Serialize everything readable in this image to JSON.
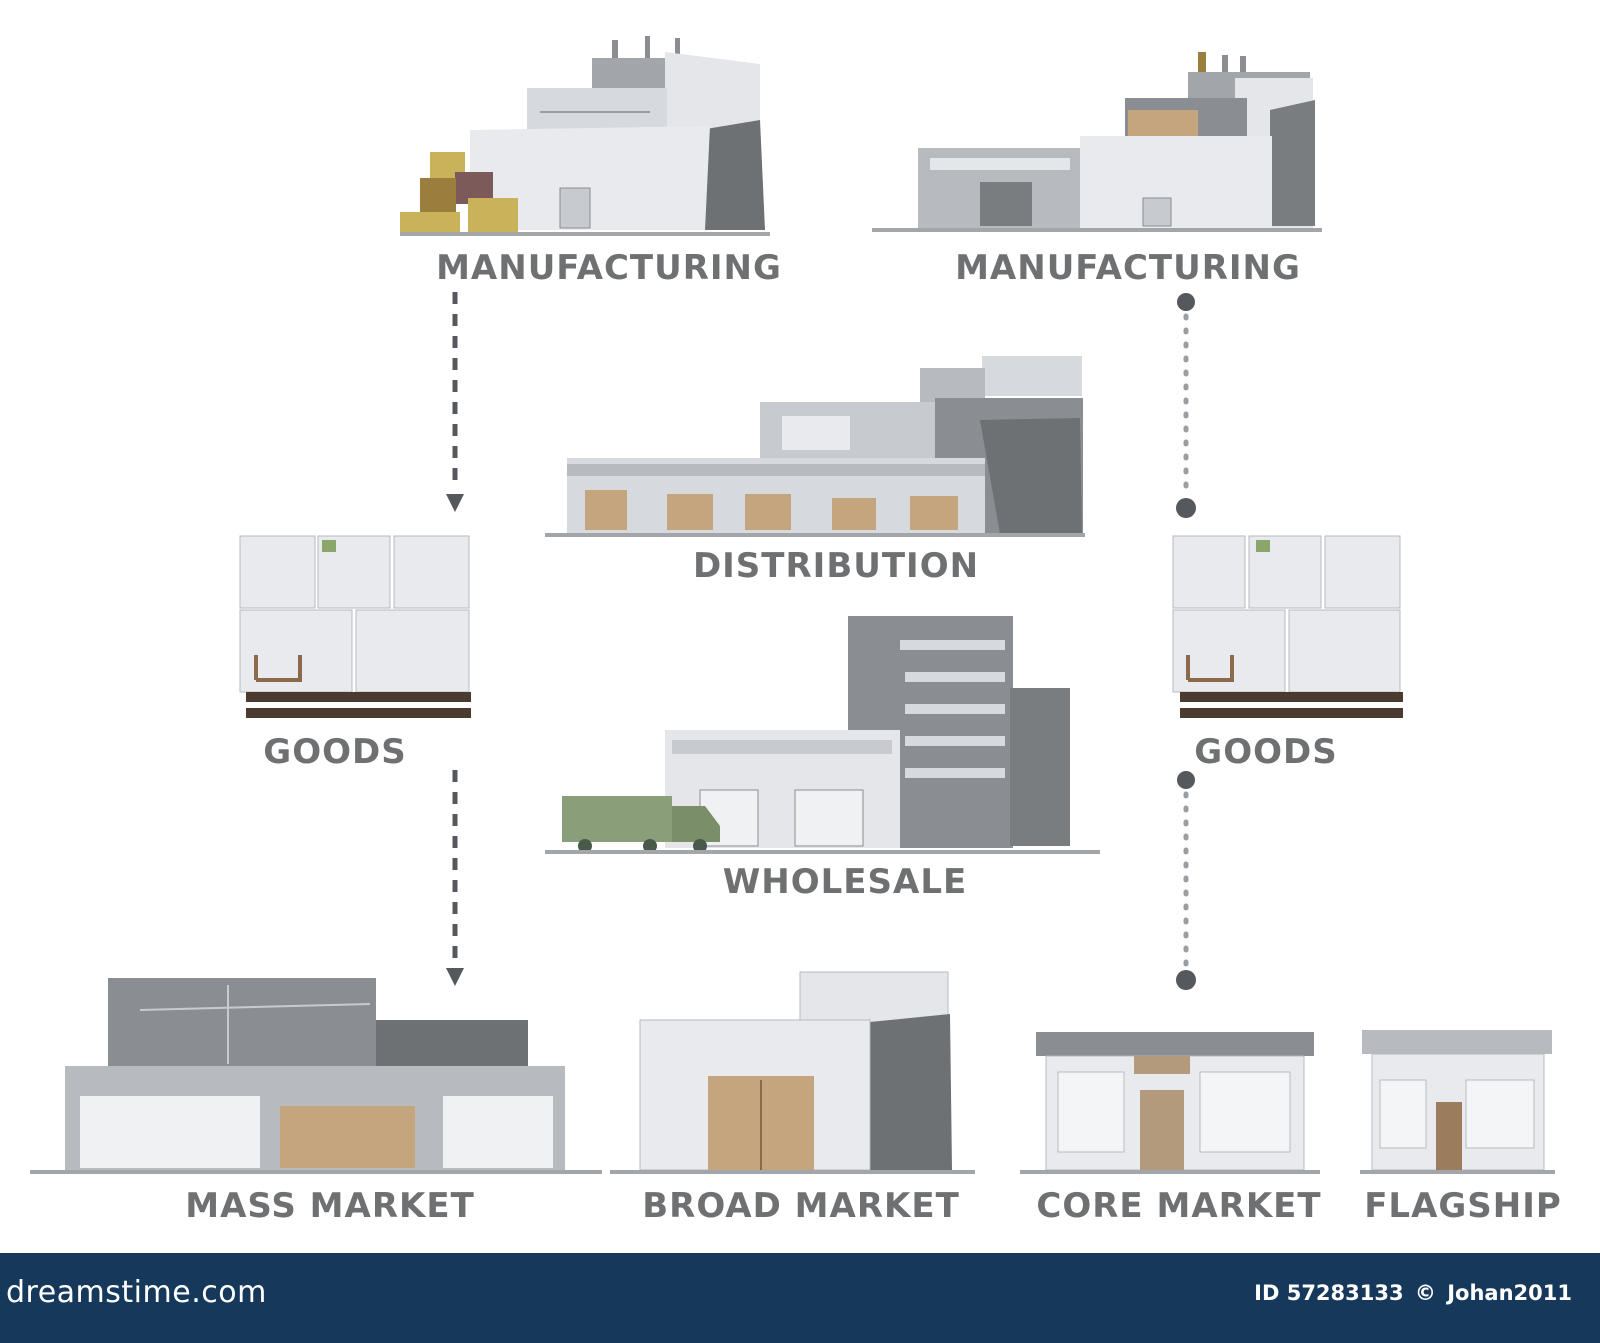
{
  "labels": {
    "manufacturing_left": "MANUFACTURING",
    "manufacturing_right": "MANUFACTURING",
    "distribution": "DISTRIBUTION",
    "goods_left": "GOODS",
    "goods_right": "GOODS",
    "wholesale": "WHOLESALE",
    "mass_market": "MASS MARKET",
    "broad_market": "BROAD MARKET",
    "core_market": "CORE MARKET",
    "flagship": "FLAGSHIP"
  },
  "footer": {
    "brand": "dreamstime.com",
    "id": "ID 57283133",
    "copyright_symbol": "©",
    "author": "Johan2011"
  },
  "colors": {
    "label": "#6e7072",
    "footer_bg": "#16395b",
    "building_light": "#e4e6ea",
    "building_dark": "#8a8d92",
    "box_tan": "#b39a7c",
    "truck_green": "#8a9e7a"
  }
}
